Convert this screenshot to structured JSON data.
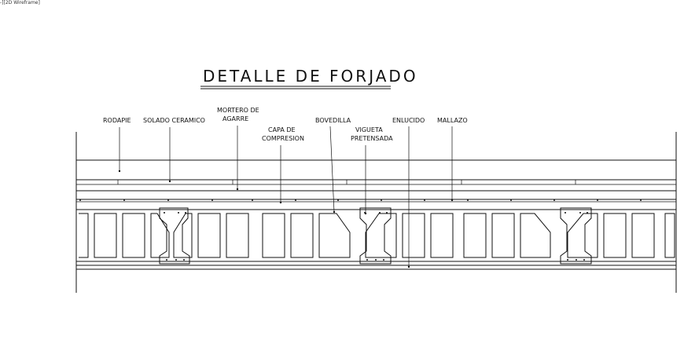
{
  "viewport": {
    "label": "-][2D Wireframe]"
  },
  "drawing": {
    "title": "DETALLE DE FORJADO",
    "labels": {
      "rodapie": "RODAPIE",
      "solado": "SOLADO CERAMICO",
      "mortero_1": "MORTERO DE",
      "mortero_2": "AGARRE",
      "capa_1": "CAPA DE",
      "capa_2": "COMPRESION",
      "bovedilla": "BOVEDILLA",
      "vigueta_1": "VIGUETA",
      "vigueta_2": "PRETENSADA",
      "enlucido": "ENLUCIDO",
      "mallazo": "MALLAZO"
    }
  }
}
